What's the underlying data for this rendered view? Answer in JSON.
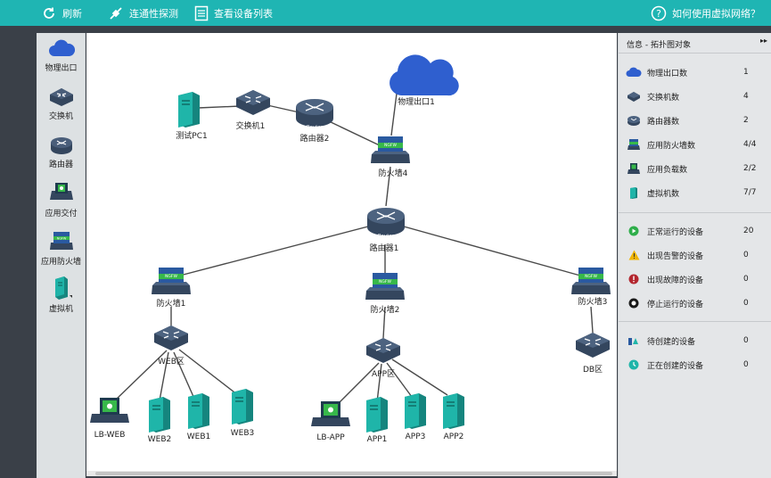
{
  "toolbar": {
    "refresh_label": "刷新",
    "probe_label": "连通性探测",
    "device_list_label": "查看设备列表",
    "help_label": "如何使用虚拟网络？"
  },
  "palette": {
    "items": [
      {
        "label": "物理出口",
        "icon": "cloud-icon"
      },
      {
        "label": "交换机",
        "icon": "switch-icon"
      },
      {
        "label": "路由器",
        "icon": "router-icon"
      },
      {
        "label": "应用交付",
        "icon": "load-balancer-icon"
      },
      {
        "label": "应用防火墙",
        "icon": "firewall-icon"
      },
      {
        "label": "虚拟机",
        "icon": "vm-icon"
      }
    ]
  },
  "topology": {
    "device_badges": {
      "router": "Router",
      "firewall": "NGFW"
    },
    "nodes": {
      "cloud1": "物理出口1",
      "pc1": "测试PC1",
      "sw1": "交换机1",
      "r2": "路由器2",
      "fw4": "防火墙4",
      "r1": "路由器1",
      "fw1": "防火墙1",
      "fw2": "防火墙2",
      "fw3": "防火墙3",
      "webzone": "WEB区",
      "appzone": "APP区",
      "dbzone": "DB区",
      "lbweb": "LB-WEB",
      "web2": "WEB2",
      "web1": "WEB1",
      "web3": "WEB3",
      "lbapp": "LB-APP",
      "app1": "APP1",
      "app3": "APP3",
      "app2": "APP2"
    }
  },
  "info": {
    "title": "信息 - 拓扑图对象",
    "collapse": "▸▸",
    "objects": [
      {
        "label": "物理出口数",
        "value": "1",
        "icon": "cloud-icon"
      },
      {
        "label": "交换机数",
        "value": "4",
        "icon": "switch-icon"
      },
      {
        "label": "路由器数",
        "value": "2",
        "icon": "router-icon"
      },
      {
        "label": "应用防火墙数",
        "value": "4/4",
        "icon": "firewall-icon"
      },
      {
        "label": "应用负载数",
        "value": "2/2",
        "icon": "load-balancer-icon"
      },
      {
        "label": "虚拟机数",
        "value": "7/7",
        "icon": "vm-icon"
      }
    ],
    "statuses": [
      {
        "label": "正常运行的设备",
        "value": "20",
        "icon": "running-icon"
      },
      {
        "label": "出现告警的设备",
        "value": "0",
        "icon": "warning-icon"
      },
      {
        "label": "出现故障的设备",
        "value": "0",
        "icon": "fault-icon"
      },
      {
        "label": "停止运行的设备",
        "value": "0",
        "icon": "stopped-icon"
      }
    ],
    "pending": [
      {
        "label": "待创建的设备",
        "value": "0",
        "icon": "pending-create-icon"
      },
      {
        "label": "正在创建的设备",
        "value": "0",
        "icon": "creating-icon"
      }
    ]
  },
  "colors": {
    "toolbar_bg": "#1fb5b3",
    "cloud": "#2f5fcf",
    "device_dark": "#2f3f55",
    "vm": "#1aa39a",
    "ngfw": "#37b84a",
    "link": "#4a4a4a"
  }
}
